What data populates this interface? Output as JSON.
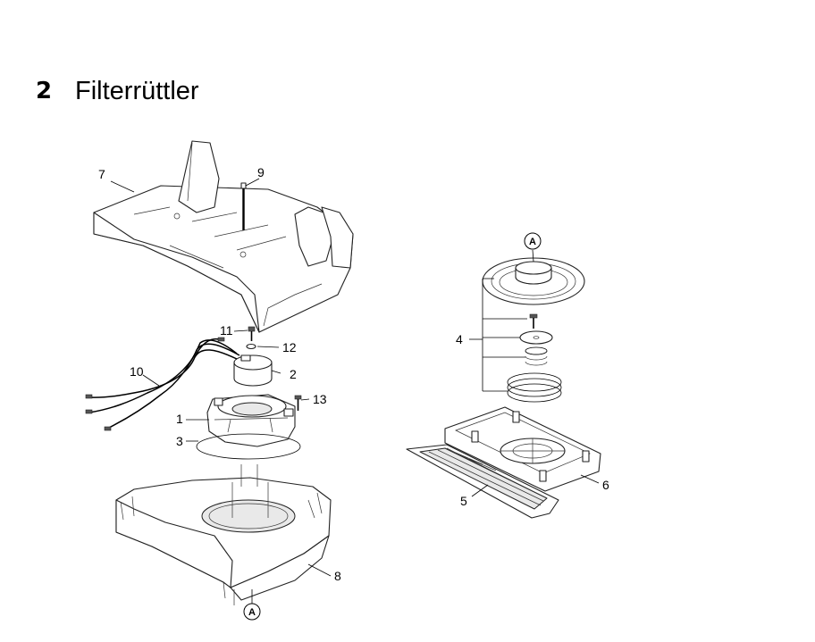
{
  "section": {
    "number": "2",
    "title": "Filterrüttler"
  },
  "part_labels": {
    "p1": "1",
    "p2": "2",
    "p3": "3",
    "p4": "4",
    "p5": "5",
    "p6": "6",
    "p7": "7",
    "p8": "8",
    "p9": "9",
    "p10": "10",
    "p11": "11",
    "p12": "12",
    "p13": "13"
  },
  "reference_marks": {
    "a_top": "A",
    "a_bottom": "A"
  }
}
